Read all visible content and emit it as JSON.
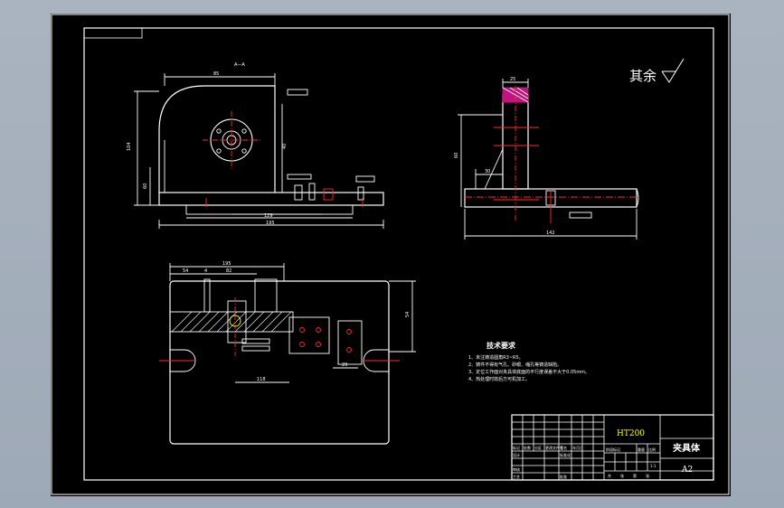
{
  "drawing": {
    "roughness_note": "其余",
    "section_label": "A—A",
    "tech_title": "技术要求",
    "tech_requirements": [
      "1、未注铸造圆角R3~R5。",
      "2、铸件不得有气孔、砂眼、缩孔等铸造缺陷。",
      "3、定位工作面对夹具体底面的平行度误差不大于0.05mm。",
      "4、热处理时效后方可机加工。"
    ]
  },
  "front_view": {
    "dims": {
      "top_width": "85",
      "height": "104",
      "inner_height": "60",
      "mid_height": "40",
      "base_inner": "129",
      "base_total": "195",
      "overall": "195"
    }
  },
  "side_view": {
    "dims": {
      "top": "25",
      "height": "60",
      "inner": "30",
      "width": "142"
    }
  },
  "top_view": {
    "dims": {
      "overall": "195",
      "left": "54",
      "gap": "4",
      "mid": "82",
      "bottom": "118",
      "right": "29",
      "height": "54"
    }
  },
  "title_block": {
    "material": "HT200",
    "part_name": "夹具体",
    "sheet_size": "A2",
    "scale": "1:1",
    "row_labels": [
      "标记",
      "处数",
      "分区",
      "更改文件号",
      "签名",
      "年月日"
    ],
    "left_labels": [
      "设计",
      "审核",
      "工艺"
    ],
    "mid_labels": [
      "标准化",
      "批准"
    ],
    "right_header": [
      "阶段标记",
      "重量",
      "比例"
    ],
    "bottom_labels": [
      "共",
      "张",
      "第",
      "张"
    ]
  },
  "colors": {
    "line": "#ffffff",
    "dimension": "#ffffff",
    "center": "#ff2a2a",
    "hatch": "#c0147e",
    "highlight": "#ffff00",
    "material_text": "#ffff00"
  }
}
